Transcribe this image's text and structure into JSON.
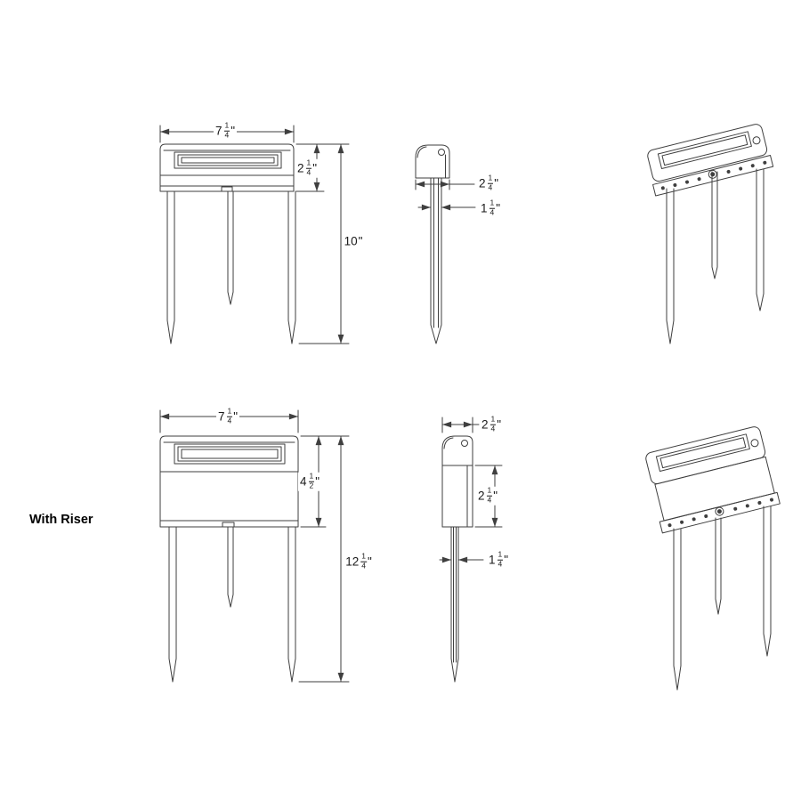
{
  "caption": {
    "with_riser": "With Riser"
  },
  "colors": {
    "line": "#3f3f3f",
    "text": "#1a1a1a",
    "background": "#ffffff"
  },
  "dimensions": {
    "standard": {
      "front_width": {
        "whole": "7",
        "num": "1",
        "den": "4",
        "unit": "\""
      },
      "head_height": {
        "whole": "2",
        "num": "1",
        "den": "4",
        "unit": "\""
      },
      "overall_height": {
        "whole": "10",
        "unit": "\""
      },
      "side_depth": {
        "whole": "2",
        "num": "1",
        "den": "4",
        "unit": "\""
      },
      "stake_width": {
        "whole": "1",
        "num": "1",
        "den": "4",
        "unit": "\""
      }
    },
    "with_riser": {
      "front_width": {
        "whole": "7",
        "num": "1",
        "den": "4",
        "unit": "\""
      },
      "body_height": {
        "whole": "4",
        "num": "1",
        "den": "2",
        "unit": "\""
      },
      "overall_height": {
        "whole": "12",
        "num": "1",
        "den": "4",
        "unit": "\""
      },
      "side_depth": {
        "whole": "2",
        "num": "1",
        "den": "4",
        "unit": "\""
      },
      "riser_height": {
        "whole": "2",
        "num": "1",
        "den": "4",
        "unit": "\""
      },
      "stake_width": {
        "whole": "1",
        "num": "1",
        "den": "4",
        "unit": "\""
      }
    }
  }
}
